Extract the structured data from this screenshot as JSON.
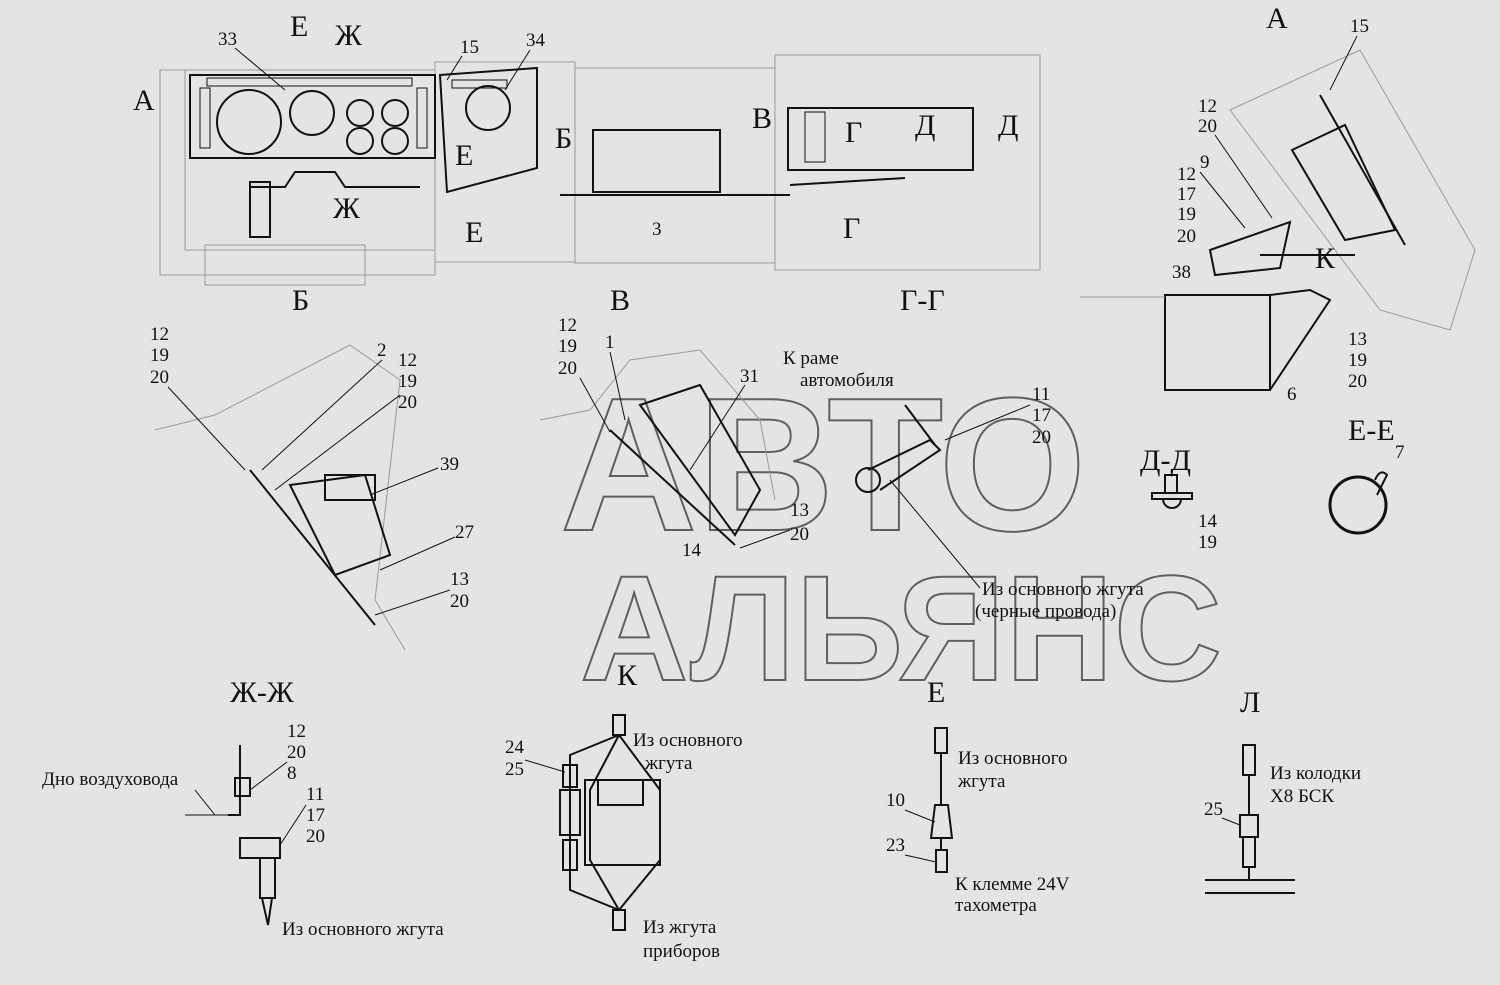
{
  "watermark": {
    "line1": "АВТО",
    "line2": "АЛЬЯНС"
  },
  "top_view": {
    "callouts": {
      "c33": "33",
      "c15": "15",
      "c34": "34",
      "c3": "3"
    },
    "marks": {
      "e1": "Е",
      "zh1": "Ж",
      "a": "А",
      "b": "Б",
      "v": "В",
      "g1": "Г",
      "d1": "Д",
      "d2": "Д",
      "e2": "Е",
      "zh2": "Ж",
      "e3": "Е",
      "g2": "Г"
    }
  },
  "view_a": {
    "title": "А",
    "callouts": {
      "c15": "15",
      "c12a": "12",
      "c20a": "20",
      "c9": "9",
      "c12b": "12",
      "c17": "17",
      "c19": "19",
      "c20b": "20",
      "c38": "38",
      "k": "К",
      "c13": "13",
      "c19b": "19",
      "c20c": "20",
      "c6": "6"
    }
  },
  "view_b": {
    "title": "Б",
    "callouts": {
      "a12": "12",
      "a19": "19",
      "a20": "20",
      "c2": "2",
      "b12": "12",
      "b19": "19",
      "b20": "20",
      "c39": "39",
      "c27": "27",
      "c13": "13",
      "c20": "20"
    }
  },
  "view_v": {
    "title": "В",
    "callouts": {
      "a12": "12",
      "a19": "19",
      "a20": "20",
      "c1": "1",
      "c31": "31",
      "c13": "13",
      "c20": "20",
      "c14": "14"
    }
  },
  "view_gg": {
    "title": "Г-Г",
    "to_frame_1": "К раме",
    "to_frame_2": "автомобиля",
    "callouts": {
      "c11": "11",
      "c17": "17",
      "c20": "20"
    },
    "from_harness_1": "Из основного жгута",
    "from_harness_2": "(черные провода)"
  },
  "view_dd": {
    "title": "Д-Д",
    "callouts": {
      "c14": "14",
      "c19": "19"
    }
  },
  "view_ee": {
    "title": "Е-Е",
    "callouts": {
      "c7": "7"
    }
  },
  "view_zhzh": {
    "title": "Ж-Ж",
    "callouts": {
      "c12": "12",
      "c20": "20",
      "c8": "8",
      "c11": "11",
      "c17": "17",
      "c20b": "20"
    },
    "duct_bottom": "Дно воздуховода",
    "from_harness": "Из основного жгута"
  },
  "view_k": {
    "title": "К",
    "from_main_1": "Из основного",
    "from_main_2": "жгута",
    "callouts": {
      "c24": "24",
      "c25": "25"
    },
    "from_instr_1": "Из жгута",
    "from_instr_2": "приборов"
  },
  "view_e": {
    "title": "Е",
    "from_main_1": "Из основного",
    "from_main_2": "жгута",
    "callouts": {
      "c10": "10",
      "c23": "23"
    },
    "terminal_1": "К клемме 24V",
    "terminal_2": "тахометра"
  },
  "view_l": {
    "title": "Л",
    "from_block_1": "Из колодки",
    "from_block_2": "Х8 БСК",
    "callouts": {
      "c25": "25"
    }
  }
}
